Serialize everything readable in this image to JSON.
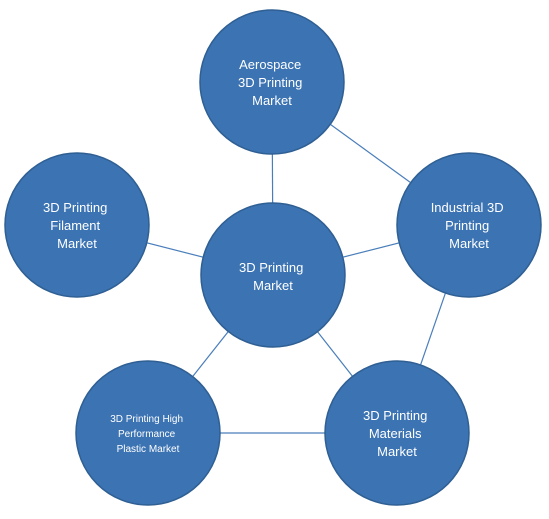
{
  "diagram": {
    "colors": {
      "node_fill": "#3b73b3",
      "node_stroke": "#2f5f93",
      "connector": "#4a7ebb",
      "label": "#ffffff"
    },
    "nodes": {
      "aerospace": {
        "lines": [
          "Aerospace",
          "3D Printing",
          "Market"
        ]
      },
      "filament": {
        "lines": [
          "3D Printing",
          "Filament",
          "Market"
        ]
      },
      "center": {
        "lines": [
          "3D Printing",
          "Market"
        ]
      },
      "industrial": {
        "lines": [
          "Industrial 3D",
          "Printing",
          "Market"
        ]
      },
      "high_performance": {
        "lines": [
          "3D Printing High",
          "Performance",
          "Plastic Market"
        ]
      },
      "materials": {
        "lines": [
          "3D Printing",
          "Materials",
          "Market"
        ]
      }
    },
    "connections": [
      [
        "aerospace",
        "center"
      ],
      [
        "aerospace",
        "industrial"
      ],
      [
        "filament",
        "center"
      ],
      [
        "center",
        "industrial"
      ],
      [
        "center",
        "high_performance"
      ],
      [
        "center",
        "materials"
      ],
      [
        "industrial",
        "materials"
      ],
      [
        "high_performance",
        "materials"
      ]
    ]
  }
}
